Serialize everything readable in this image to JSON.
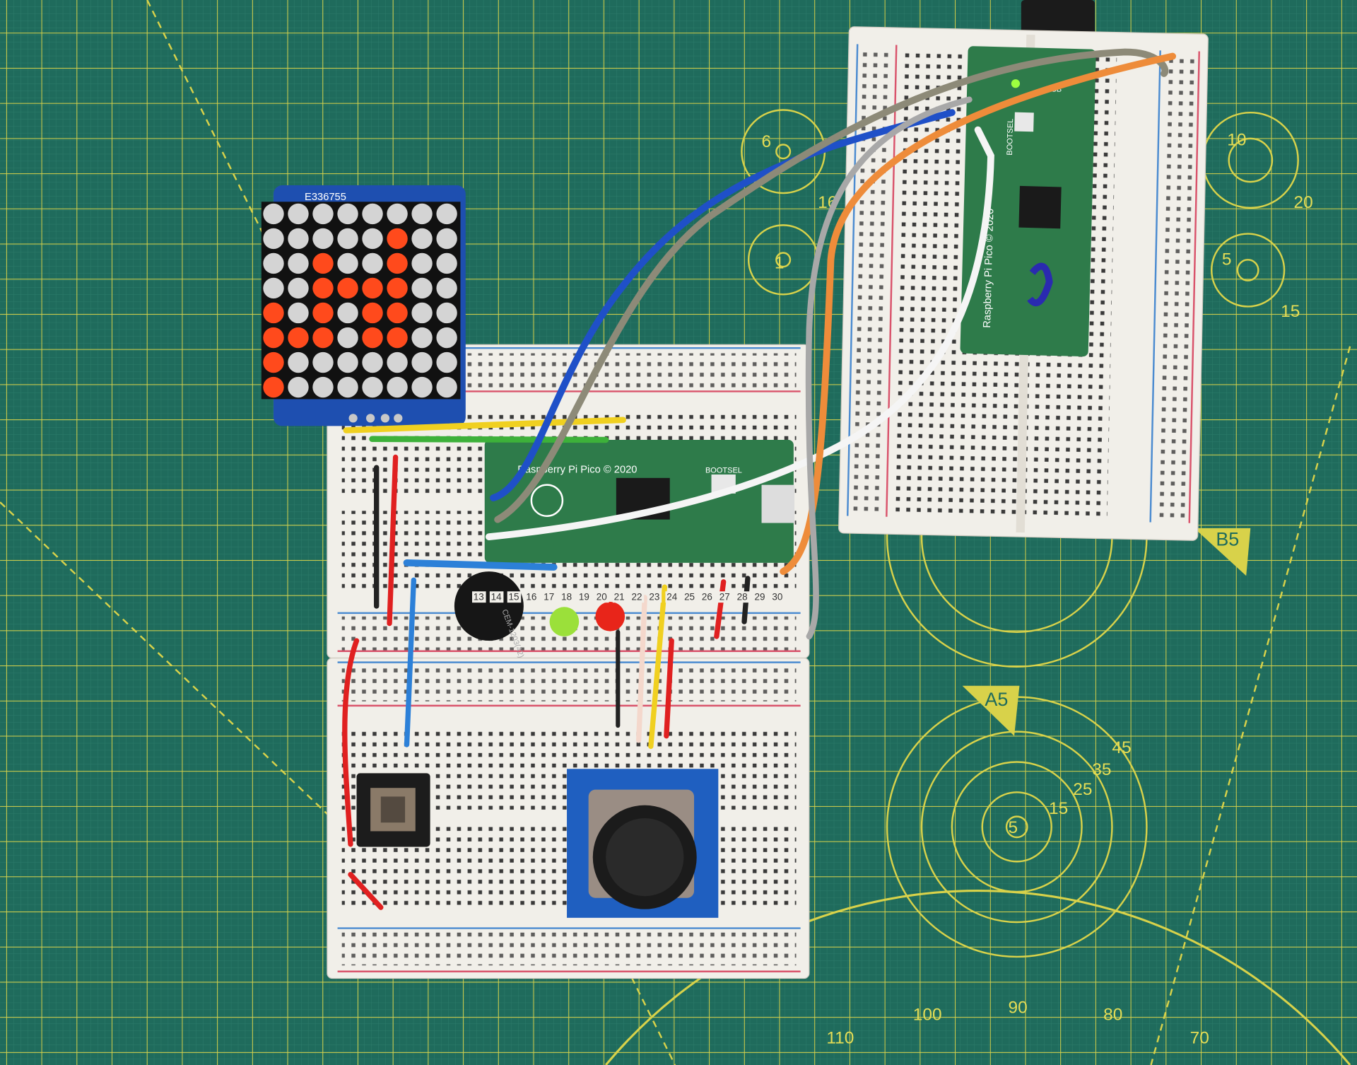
{
  "mat": {
    "labels": [
      "6",
      "16",
      "1",
      "10",
      "20",
      "5",
      "15",
      "B5",
      "A5",
      "45",
      "35",
      "25",
      "15",
      "5"
    ],
    "protractor": [
      "110",
      "100",
      "90",
      "80",
      "70"
    ],
    "colors": {
      "mat": "#1f6b5c",
      "grid": "#d8d24a"
    }
  },
  "led_matrix": {
    "board_code": "E336755",
    "lit_rows": [
      [
        0,
        0,
        0,
        0,
        0,
        0,
        0,
        0
      ],
      [
        0,
        0,
        0,
        0,
        0,
        1,
        0,
        0
      ],
      [
        0,
        0,
        1,
        0,
        0,
        1,
        0,
        0
      ],
      [
        0,
        0,
        1,
        1,
        1,
        1,
        0,
        0
      ],
      [
        1,
        0,
        1,
        0,
        1,
        1,
        0,
        0
      ],
      [
        1,
        1,
        1,
        0,
        1,
        1,
        0,
        0
      ],
      [
        1,
        0,
        0,
        0,
        0,
        0,
        0,
        0
      ],
      [
        1,
        0,
        0,
        0,
        0,
        0,
        0,
        0
      ]
    ],
    "colors": {
      "on": "#ff4a1c",
      "off": "#d4d4d4"
    }
  },
  "pico": {
    "name": "Raspberry Pi Pico © 2020",
    "bootsel": "BOOTSEL",
    "usb": "USB"
  },
  "buzzer": {
    "label": "CEM-1203(42)"
  },
  "breadboard": {
    "columns": [
      "13",
      "14",
      "15",
      "16",
      "17",
      "18",
      "19",
      "20",
      "21",
      "22",
      "23",
      "24",
      "25",
      "26",
      "27",
      "28",
      "29",
      "30"
    ]
  }
}
